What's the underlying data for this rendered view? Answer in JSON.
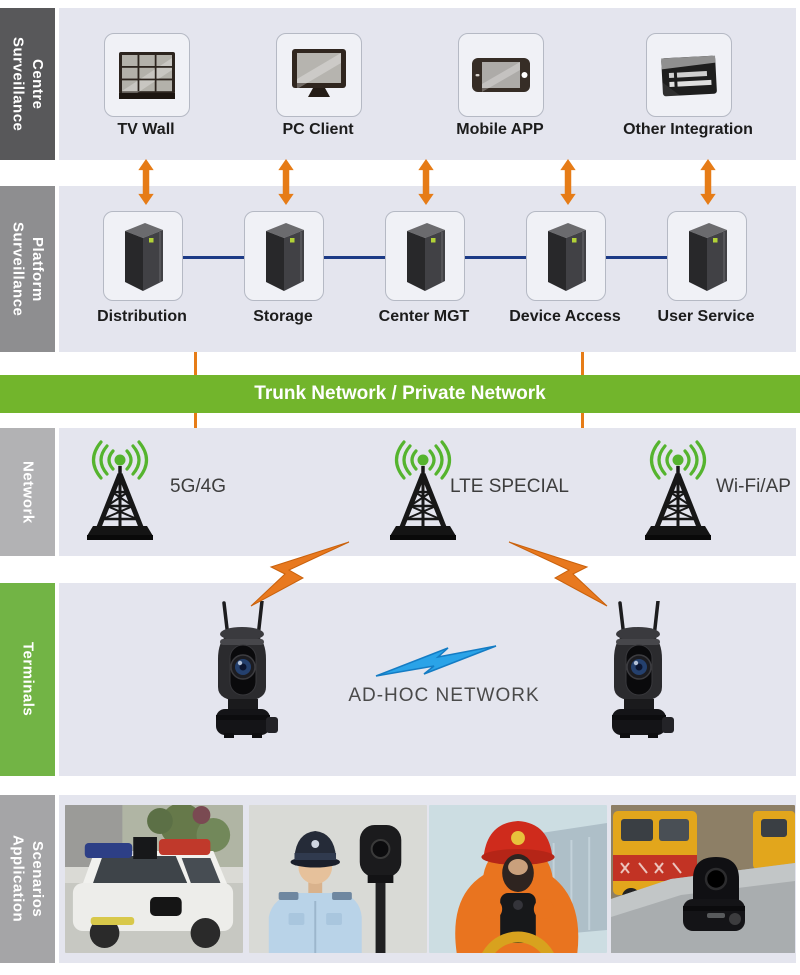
{
  "colors": {
    "panel_bg": "#e4e5ee",
    "banner_green": "#72b52c",
    "terminals_green": "#72b445",
    "arrow_orange": "#e67c17",
    "bus_blue": "#1c3a86",
    "signal_green": "#55b42e",
    "bolt_blue": "#2aa3e8"
  },
  "sidebar": {
    "centre": {
      "line1": "Surveillance",
      "line2": "Centre"
    },
    "platform": {
      "line1": "Surveillance",
      "line2": "Platform"
    },
    "network": {
      "line1": "Network"
    },
    "terminals": {
      "line1": "Terminals"
    },
    "application": {
      "line1": "Application",
      "line2": "Scenarios"
    }
  },
  "centre_row": {
    "items": [
      {
        "label": "TV Wall",
        "icon": "tv-wall-icon"
      },
      {
        "label": "PC Client",
        "icon": "pc-client-icon"
      },
      {
        "label": "Mobile APP",
        "icon": "mobile-app-icon"
      },
      {
        "label": "Other Integration",
        "icon": "integration-device-icon"
      }
    ]
  },
  "platform_row": {
    "items": [
      {
        "label": "Distribution",
        "icon": "server-icon"
      },
      {
        "label": "Storage",
        "icon": "server-icon"
      },
      {
        "label": "Center MGT",
        "icon": "server-icon"
      },
      {
        "label": "Device Access",
        "icon": "server-icon"
      },
      {
        "label": "User Service",
        "icon": "server-icon"
      }
    ]
  },
  "banner": {
    "label": "Trunk Network / Private Network"
  },
  "network_row": {
    "items": [
      {
        "label": "5G/4G",
        "icon": "antenna-tower-icon"
      },
      {
        "label": "LTE SPECIAL",
        "icon": "antenna-tower-icon"
      },
      {
        "label": "Wi-Fi/AP",
        "icon": "antenna-tower-icon"
      }
    ]
  },
  "terminals_row": {
    "adhoc_label": "AD-HOC NETWORK"
  },
  "application_row": {
    "photos": [
      {
        "name": "police-patrol-car-photo"
      },
      {
        "name": "police-officer-with-camera-photo"
      },
      {
        "name": "firefighter-with-camera-photo"
      },
      {
        "name": "ptz-camera-on-site-photo"
      }
    ]
  }
}
